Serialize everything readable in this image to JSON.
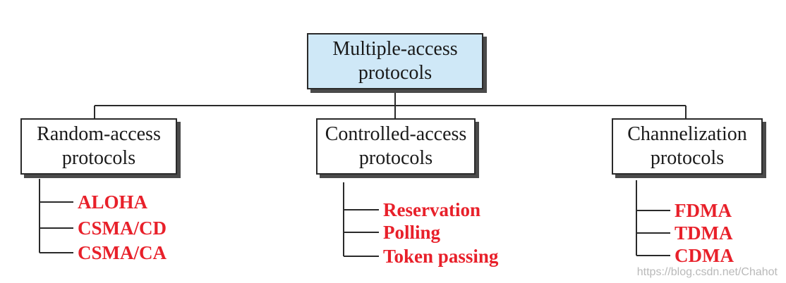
{
  "root": {
    "line1": "Multiple-access",
    "line2": "protocols",
    "fill": "#cfe8f7"
  },
  "categories": [
    {
      "line1": "Random-access",
      "line2": "protocols",
      "items": [
        "ALOHA",
        "CSMA/CD",
        "CSMA/CA"
      ]
    },
    {
      "line1": "Controlled-access",
      "line2": "protocols",
      "items": [
        "Reservation",
        "Polling",
        "Token passing"
      ]
    },
    {
      "line1": "Channelization",
      "line2": "protocols",
      "items": [
        "FDMA",
        "TDMA",
        "CDMA"
      ]
    }
  ],
  "item_color": "#e8202a",
  "watermark": "https://blog.csdn.net/Chahot"
}
